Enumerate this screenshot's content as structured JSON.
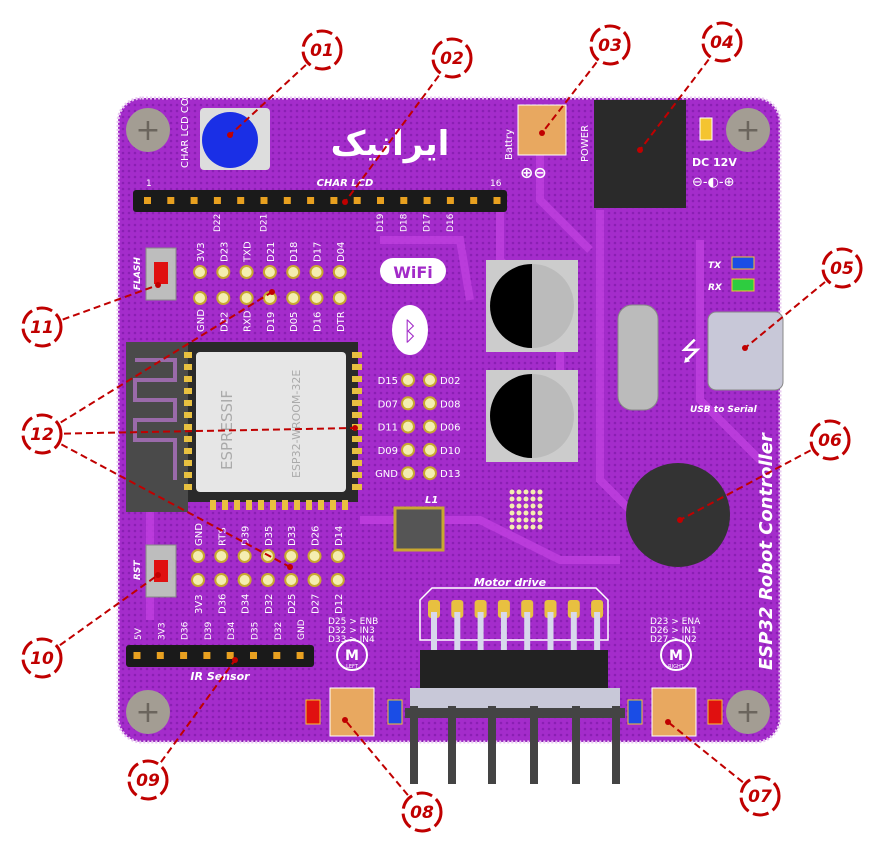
{
  "board": {
    "title": "ESP32 Robot Controller",
    "logo_text": "ایرانیک",
    "colors": {
      "pcb": "#a22bc8",
      "pcb_dark": "#7a1fa8",
      "callout": "#c00000",
      "pad": "#f2e6a0"
    },
    "char_lcd": {
      "label": "CHAR LCD",
      "first": "1",
      "last": "16",
      "pins_below": [
        "D22",
        "D21",
        "D19",
        "D18",
        "D17",
        "D16"
      ]
    },
    "contrast_label": "CHAR LCD CONTRAST",
    "battery_label": "Battry",
    "power_label": "POWER",
    "dc_label": "DC 12V",
    "flash_label": "FLASH",
    "rst_label": "RST",
    "tx_label": "TX",
    "rx_label": "RX",
    "usb_label": "USB to Serial",
    "l1_label": "L1",
    "module_brand": "ESPRESSIF",
    "module_name": "ESP32-WROOM-32E",
    "wifi_label": "WiFi",
    "top_header_top": [
      "3V3",
      "D23",
      "TXD",
      "D21",
      "D18",
      "D17",
      "D04"
    ],
    "top_header_bottom": [
      "GND",
      "D22",
      "RXD",
      "D19",
      "D05",
      "D16",
      "DTR"
    ],
    "right_header_left": [
      "D15",
      "D07",
      "D11",
      "D09",
      "GND"
    ],
    "right_header_right": [
      "D02",
      "D08",
      "D06",
      "D10",
      "D13"
    ],
    "bottom_header_top": [
      "GND",
      "RTS",
      "D39",
      "D35",
      "D33",
      "D26",
      "D14"
    ],
    "bottom_header_bottom": [
      "3V3",
      "D36",
      "D34",
      "D32",
      "D25",
      "D27",
      "D12"
    ],
    "ir_sensor": {
      "label": "IR Sensor",
      "pins": [
        "5V",
        "3V3",
        "D36",
        "D39",
        "D34",
        "D35",
        "D32",
        "GND"
      ]
    },
    "motor_drive_label": "Motor drive",
    "motor_left": {
      "label": "M",
      "sub": "LEFT",
      "map": [
        "D25 > ENB",
        "D32 > IN3",
        "D33 > IN4"
      ]
    },
    "motor_right": {
      "label": "M",
      "sub": "RIGHT",
      "map": [
        "D23 > ENA",
        "D26 > IN1",
        "D27 > IN2"
      ]
    }
  },
  "callouts": [
    "01",
    "02",
    "03",
    "04",
    "05",
    "06",
    "07",
    "08",
    "09",
    "10",
    "11",
    "12"
  ]
}
